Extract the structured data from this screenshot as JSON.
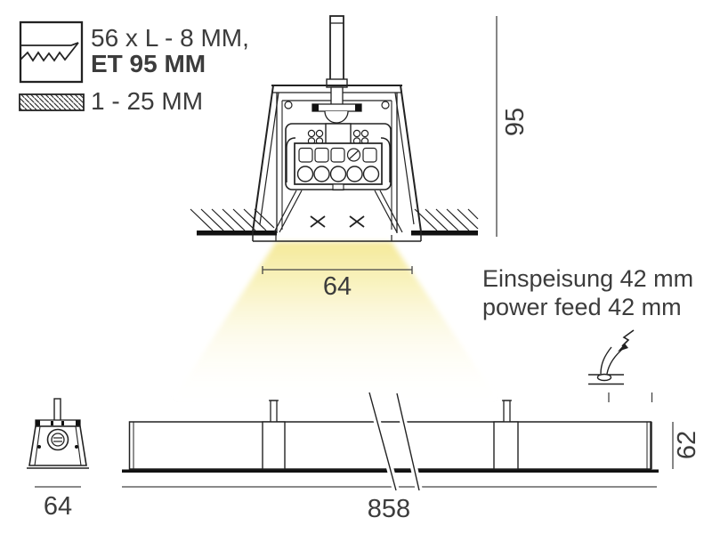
{
  "legend": {
    "cutout_line1": "56 x L - 8 MM,",
    "cutout_line2": "ET 95 MM",
    "thickness_label": "1 - 25 MM"
  },
  "annotations": {
    "power_feed_de": "Einspeisung 42 mm",
    "power_feed_en": "power feed 42 mm"
  },
  "dimensions": {
    "recess_depth_mm": "95",
    "beam_aperture_mm": "64",
    "profile_width_mm": "64",
    "profile_length_mm": "858",
    "profile_height_mm": "62"
  },
  "icons": {
    "cutout": "cutout-saw-icon",
    "thickness_range": "hatch-bar-icon",
    "power_feed": "power-feed-cable-icon",
    "light_beam": "light-beam"
  },
  "colors": {
    "line": "#222222",
    "text": "#3c3c3c",
    "beam": "#f6eb9d",
    "background": "#ffffff"
  }
}
